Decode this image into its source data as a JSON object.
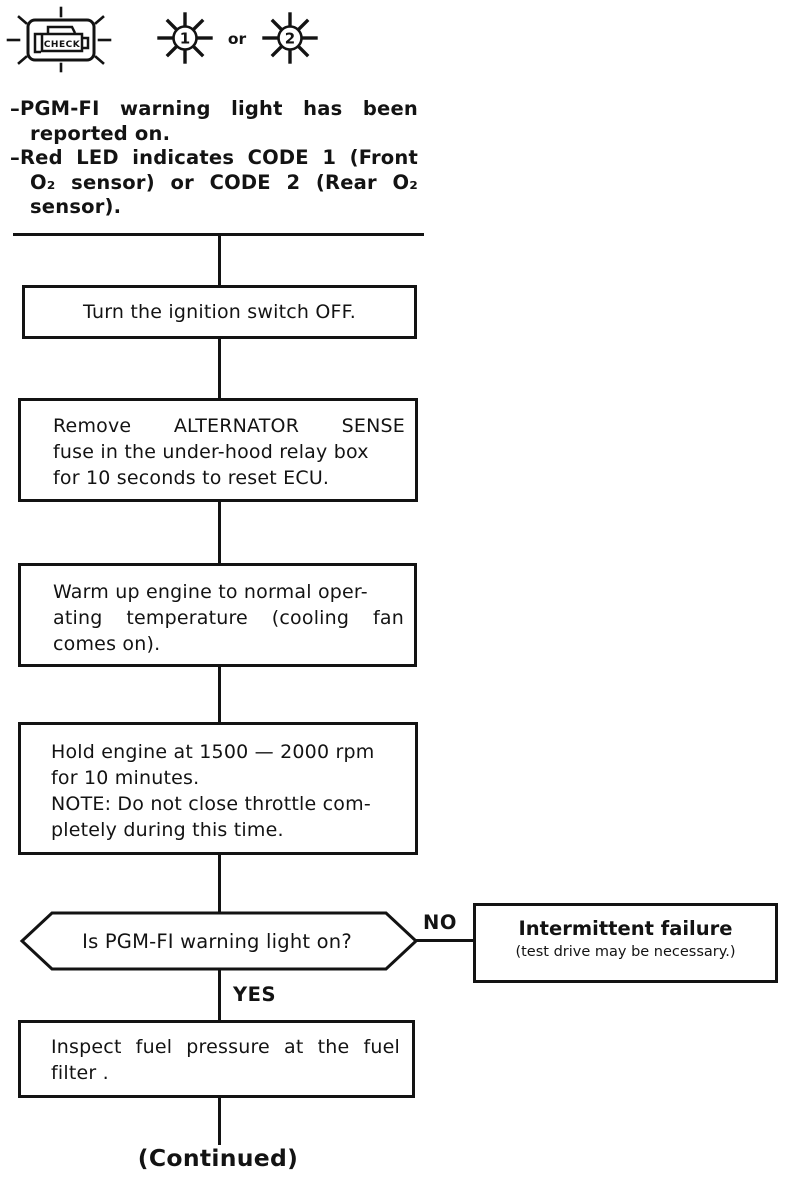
{
  "indicators": {
    "check_light": "CHECK",
    "led1": "1",
    "or": "or",
    "led2": "2"
  },
  "symptom_notes": [
    {
      "lines": [
        "–PGM-FI warning light has been",
        "reported on."
      ]
    },
    {
      "lines": [
        "–Red LED indicates CODE 1 (Front",
        "O₂ sensor) or CODE 2 (Rear O₂",
        "sensor)."
      ]
    }
  ],
  "flowchart": {
    "steps": [
      {
        "lines": [
          "Turn the ignition switch OFF."
        ]
      },
      {
        "lines": [
          "Remove ALTERNATOR SENSE",
          "fuse in the under-hood relay box",
          "for 10 seconds to reset ECU."
        ]
      },
      {
        "lines": [
          "Warm up engine to normal oper-",
          "ating temperature (cooling fan",
          "comes on)."
        ]
      },
      {
        "lines": [
          "Hold engine at 1500 — 2000 rpm",
          "for 10 minutes.",
          "NOTE: Do not close throttle com-",
          "pletely during this time."
        ]
      }
    ],
    "decision": {
      "question": "Is PGM-FI warning light on?",
      "no_label": "NO",
      "yes_label": "YES"
    },
    "no_result": {
      "title": "Intermittent failure",
      "subtitle": "(test drive may be necessary.)"
    },
    "yes_step": {
      "lines": [
        "Inspect fuel pressure at the fuel",
        "filter ."
      ]
    },
    "continued": "(Continued)"
  }
}
